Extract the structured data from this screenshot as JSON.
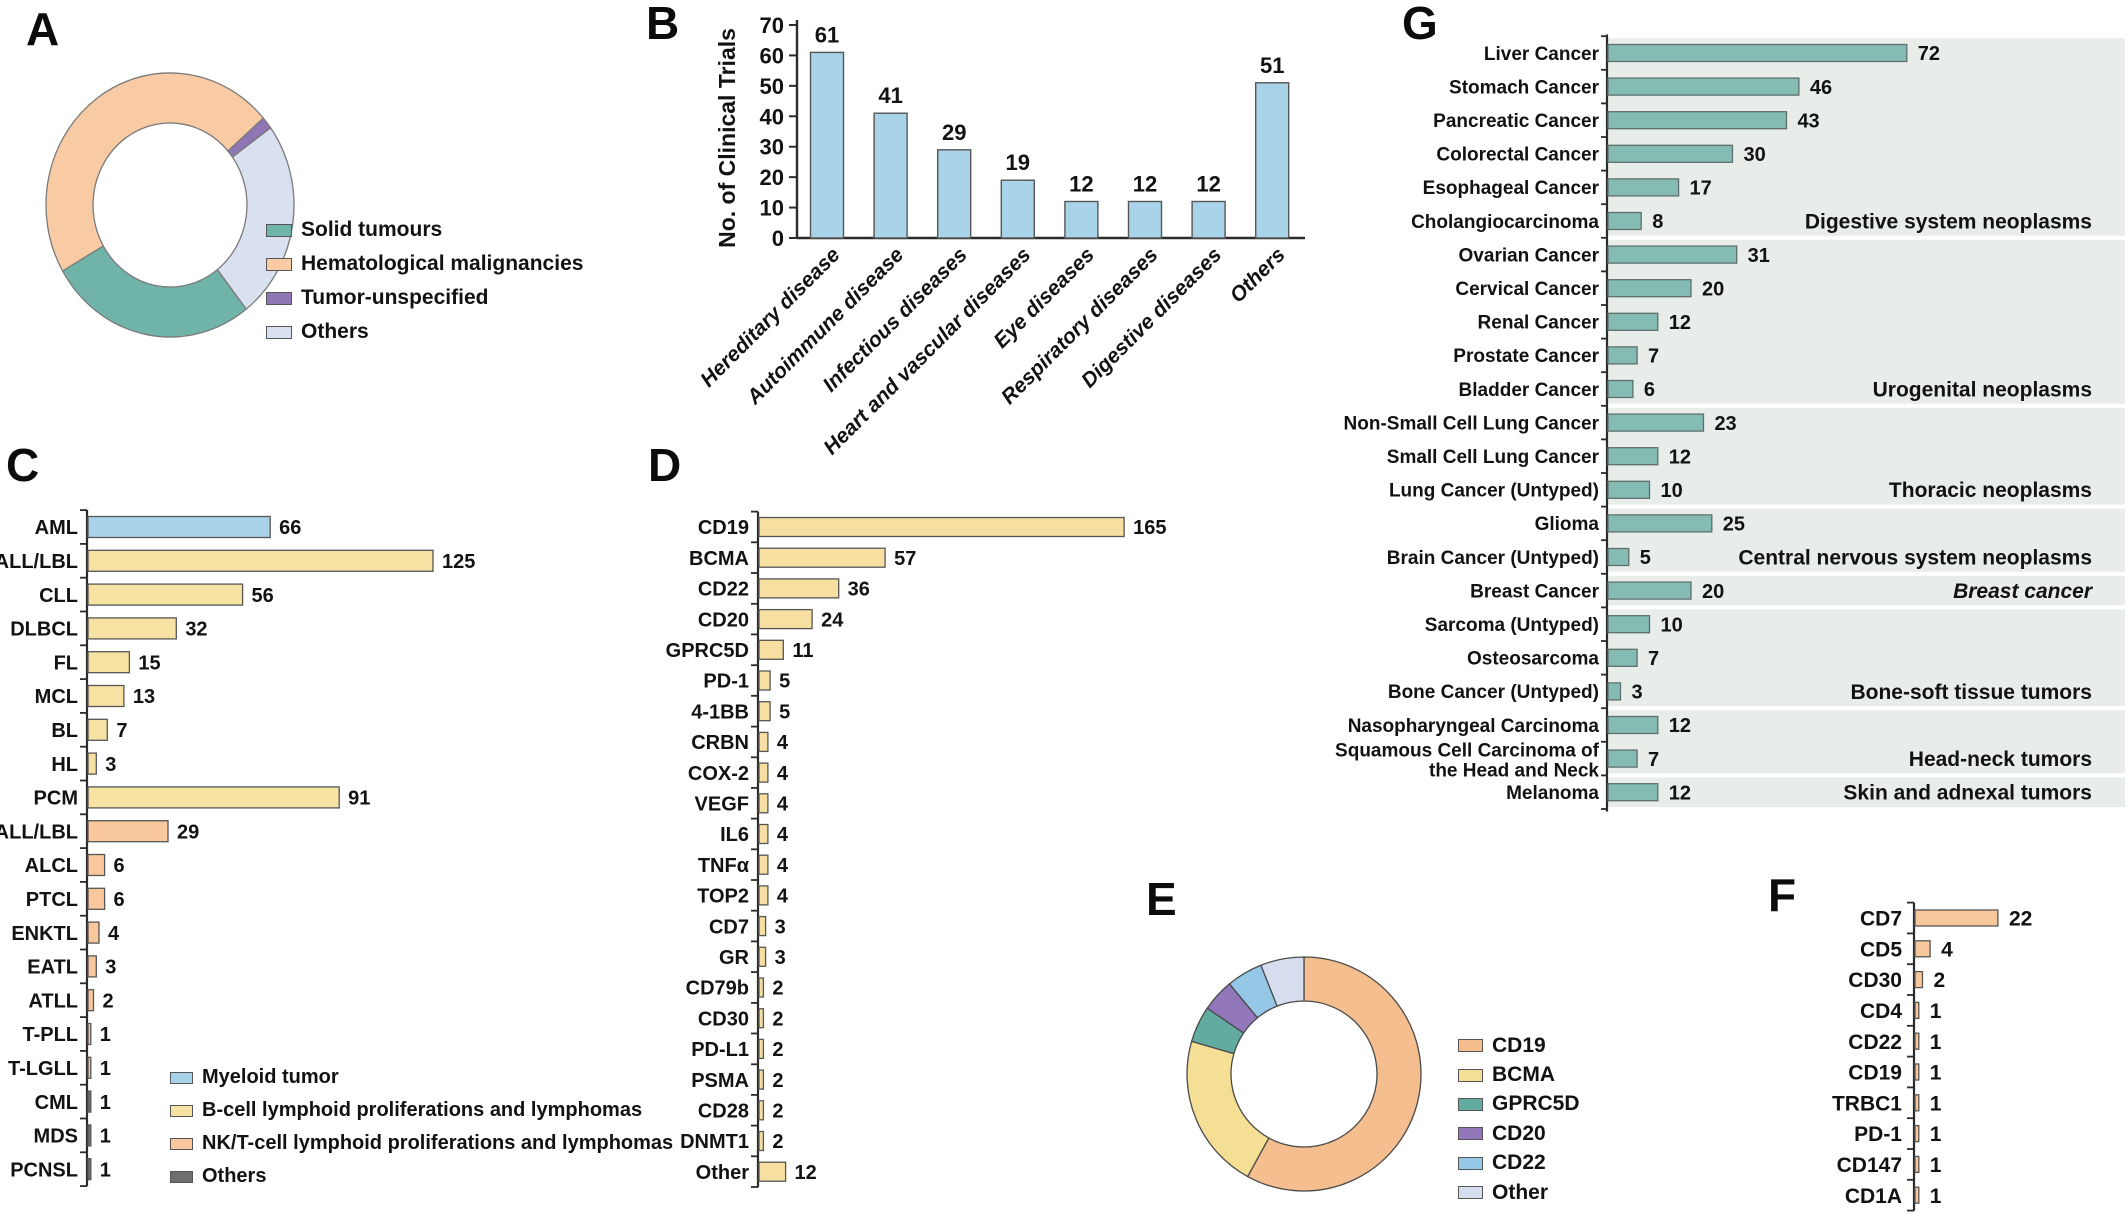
{
  "panels": {
    "A": {
      "label": "A",
      "legend": [
        {
          "label": "Solid tumours",
          "color": "#6FB3A9"
        },
        {
          "label": "Hematological malignancies",
          "color": "#F8CBA4"
        },
        {
          "label": "Tumor-unspecified",
          "color": "#8E76B4"
        },
        {
          "label": "Others",
          "color": "#D9E0F0"
        }
      ],
      "chart_data": {
        "type": "pie",
        "subtype": "donut",
        "start_angle_deg": 240,
        "note": "slice sizes estimated from arc angles; no numeric labels shown",
        "slices": [
          {
            "label": "Hematological malignancies",
            "pct": 46.9,
            "color": "#F8CBA4"
          },
          {
            "label": "Tumor-unspecified",
            "pct": 1.5,
            "color": "#8E76B4"
          },
          {
            "label": "Others",
            "pct": 24.4,
            "color": "#D9E0F0"
          },
          {
            "label": "Solid tumours",
            "pct": 27.2,
            "color": "#6FB3A9"
          }
        ]
      }
    },
    "B": {
      "label": "B",
      "chart_data": {
        "type": "bar",
        "ylabel": "No. of Clinical Trials",
        "ylim": [
          0,
          70
        ],
        "yticks": [
          0,
          10,
          20,
          30,
          40,
          50,
          60,
          70
        ],
        "categories": [
          "Hereditary disease",
          "Autoimmune disease",
          "Infectious diseases",
          "Heart and vascular diseases",
          "Eye diseases",
          "Respiratory diseases",
          "Digestive diseases",
          "Others"
        ],
        "values": [
          61,
          41,
          29,
          19,
          12,
          12,
          12,
          51
        ],
        "bar_color": "#A9D3E9"
      }
    },
    "C": {
      "label": "C",
      "legend": [
        {
          "label": "Myeloid tumor",
          "color": "#A8D2E9"
        },
        {
          "label": "B-cell lymphoid proliferations and lymphomas",
          "color": "#F6E2A2"
        },
        {
          "label": "NK/T-cell lymphoid proliferations and lymphomas",
          "color": "#F8C79B"
        },
        {
          "label": "Others",
          "color": "#6E6E6E"
        }
      ],
      "chart_data": {
        "type": "bar",
        "orientation": "horizontal",
        "bars": [
          {
            "label": "AML",
            "value": 66,
            "color": "#A8D2E9"
          },
          {
            "label": "B-ALL/LBL",
            "value": 125,
            "color": "#F6E2A2"
          },
          {
            "label": "CLL",
            "value": 56,
            "color": "#F6E2A2"
          },
          {
            "label": "DLBCL",
            "value": 32,
            "color": "#F6E2A2"
          },
          {
            "label": "FL",
            "value": 15,
            "color": "#F6E2A2"
          },
          {
            "label": "MCL",
            "value": 13,
            "color": "#F6E2A2"
          },
          {
            "label": "BL",
            "value": 7,
            "color": "#F6E2A2"
          },
          {
            "label": "HL",
            "value": 3,
            "color": "#F6E2A2"
          },
          {
            "label": "PCM",
            "value": 91,
            "color": "#F6E2A2"
          },
          {
            "label": "T-ALL/LBL",
            "value": 29,
            "color": "#F8C79B"
          },
          {
            "label": "ALCL",
            "value": 6,
            "color": "#F8C79B"
          },
          {
            "label": "PTCL",
            "value": 6,
            "color": "#F8C79B"
          },
          {
            "label": "ENKTL",
            "value": 4,
            "color": "#F8C79B"
          },
          {
            "label": "EATL",
            "value": 3,
            "color": "#F8C79B"
          },
          {
            "label": "ATLL",
            "value": 2,
            "color": "#F8C79B"
          },
          {
            "label": "T-PLL",
            "value": 1,
            "color": "#F8C79B"
          },
          {
            "label": "T-LGLL",
            "value": 1,
            "color": "#F8C79B"
          },
          {
            "label": "CML",
            "value": 1,
            "color": "#6E6E6E"
          },
          {
            "label": "MDS",
            "value": 1,
            "color": "#6E6E6E"
          },
          {
            "label": "PCNSL",
            "value": 1,
            "color": "#6E6E6E"
          }
        ]
      }
    },
    "D": {
      "label": "D",
      "chart_data": {
        "type": "bar",
        "orientation": "horizontal",
        "bar_color": "#F6DFA0",
        "bars": [
          {
            "label": "CD19",
            "value": 165
          },
          {
            "label": "BCMA",
            "value": 57
          },
          {
            "label": "CD22",
            "value": 36
          },
          {
            "label": "CD20",
            "value": 24
          },
          {
            "label": "GPRC5D",
            "value": 11
          },
          {
            "label": "PD-1",
            "value": 5
          },
          {
            "label": "4-1BB",
            "value": 5
          },
          {
            "label": "CRBN",
            "value": 4
          },
          {
            "label": "COX-2",
            "value": 4
          },
          {
            "label": "VEGF",
            "value": 4
          },
          {
            "label": "IL6",
            "value": 4
          },
          {
            "label": "TNFα",
            "value": 4
          },
          {
            "label": "TOP2",
            "value": 4
          },
          {
            "label": "CD7",
            "value": 3
          },
          {
            "label": "GR",
            "value": 3
          },
          {
            "label": "CD79b",
            "value": 2
          },
          {
            "label": "CD30",
            "value": 2
          },
          {
            "label": "PD-L1",
            "value": 2
          },
          {
            "label": "PSMA",
            "value": 2
          },
          {
            "label": "CD28",
            "value": 2
          },
          {
            "label": "DNMT1",
            "value": 2
          },
          {
            "label": "Other",
            "value": 12
          }
        ]
      }
    },
    "E": {
      "label": "E",
      "legend": [
        {
          "label": "CD19",
          "color": "#F4BE8E"
        },
        {
          "label": "BCMA",
          "color": "#F4DF94"
        },
        {
          "label": "GPRC5D",
          "color": "#62ABA0"
        },
        {
          "label": "CD20",
          "color": "#9278BA"
        },
        {
          "label": "CD22",
          "color": "#94C8E6"
        },
        {
          "label": "Other",
          "color": "#D6DDEE"
        }
      ],
      "chart_data": {
        "type": "pie",
        "subtype": "donut",
        "start_angle_deg": 0,
        "note": "slice sizes estimated from arc angles; no numeric labels shown",
        "slices": [
          {
            "label": "CD19",
            "pct": 58.0,
            "color": "#F4BE8E"
          },
          {
            "label": "BCMA",
            "pct": 21.5,
            "color": "#F4DF94"
          },
          {
            "label": "GPRC5D",
            "pct": 5.0,
            "color": "#62ABA0"
          },
          {
            "label": "CD20",
            "pct": 4.5,
            "color": "#9278BA"
          },
          {
            "label": "CD22",
            "pct": 5.0,
            "color": "#94C8E6"
          },
          {
            "label": "Other",
            "pct": 6.0,
            "color": "#D6DDEE"
          }
        ]
      }
    },
    "F": {
      "label": "F",
      "chart_data": {
        "type": "bar",
        "orientation": "horizontal",
        "bar_color": "#F8C79B",
        "bars": [
          {
            "label": "CD7",
            "value": 22
          },
          {
            "label": "CD5",
            "value": 4
          },
          {
            "label": "CD30",
            "value": 2
          },
          {
            "label": "CD4",
            "value": 1
          },
          {
            "label": "CD22",
            "value": 1
          },
          {
            "label": "CD19",
            "value": 1
          },
          {
            "label": "TRBC1",
            "value": 1
          },
          {
            "label": "PD-1",
            "value": 1
          },
          {
            "label": "CD147",
            "value": 1
          },
          {
            "label": "CD1A",
            "value": 1
          }
        ]
      }
    },
    "G": {
      "label": "G",
      "chart_data": {
        "type": "bar",
        "orientation": "horizontal",
        "bar_color": "#84BCB3",
        "band_color": "#E9EDEA",
        "groups": [
          {
            "name": "Digestive system neoplasms",
            "italic": false,
            "rows": [
              {
                "label": "Liver Cancer",
                "value": 72
              },
              {
                "label": "Stomach Cancer",
                "value": 46
              },
              {
                "label": "Pancreatic Cancer",
                "value": 43
              },
              {
                "label": "Colorectal Cancer",
                "value": 30
              },
              {
                "label": "Esophageal Cancer",
                "value": 17
              },
              {
                "label": "Cholangiocarcinoma",
                "value": 8
              }
            ]
          },
          {
            "name": "Urogenital neoplasms",
            "italic": false,
            "rows": [
              {
                "label": "Ovarian Cancer",
                "value": 31
              },
              {
                "label": "Cervical Cancer",
                "value": 20
              },
              {
                "label": "Renal Cancer",
                "value": 12
              },
              {
                "label": "Prostate Cancer",
                "value": 7
              },
              {
                "label": "Bladder Cancer",
                "value": 6
              }
            ]
          },
          {
            "name": "Thoracic neoplasms",
            "italic": false,
            "rows": [
              {
                "label": "Non-Small Cell Lung Cancer",
                "value": 23
              },
              {
                "label": "Small Cell Lung Cancer",
                "value": 12
              },
              {
                "label": "Lung Cancer (Untyped)",
                "value": 10
              }
            ]
          },
          {
            "name": "Central nervous system neoplasms",
            "italic": false,
            "rows": [
              {
                "label": "Glioma",
                "value": 25
              },
              {
                "label": "Brain Cancer (Untyped)",
                "value": 5
              }
            ]
          },
          {
            "name": "Breast cancer",
            "italic": true,
            "rows": [
              {
                "label": "Breast Cancer",
                "value": 20
              }
            ]
          },
          {
            "name": "Bone-soft tissue tumors",
            "italic": false,
            "rows": [
              {
                "label": "Sarcoma (Untyped)",
                "value": 10
              },
              {
                "label": "Osteosarcoma",
                "value": 7
              },
              {
                "label": "Bone Cancer (Untyped)",
                "value": 3
              }
            ]
          },
          {
            "name": "Head-neck tumors",
            "italic": false,
            "rows": [
              {
                "label": "Nasopharyngeal Carcinoma",
                "value": 12
              },
              {
                "label": "Squamous Cell Carcinoma of\nthe Head and Neck",
                "value": 7
              }
            ]
          },
          {
            "name": "Skin and adnexal tumors",
            "italic": false,
            "rows": [
              {
                "label": "Melanoma",
                "value": 12
              }
            ]
          }
        ]
      }
    }
  }
}
